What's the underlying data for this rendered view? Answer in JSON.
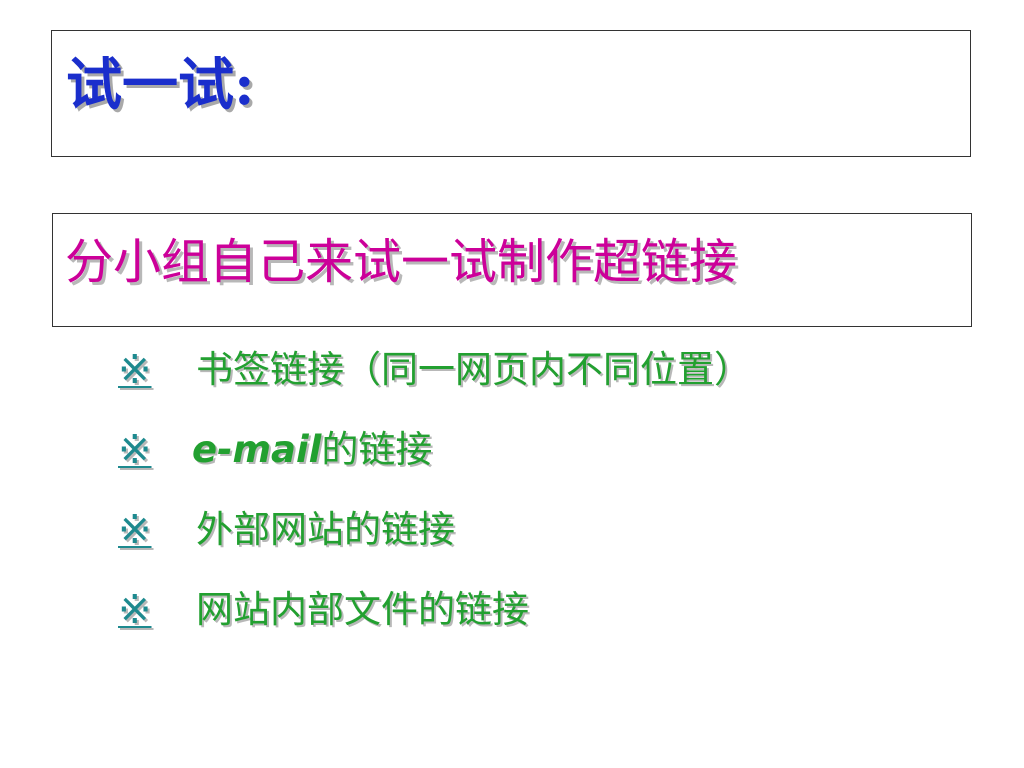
{
  "title": "试一试:",
  "subtitle": "分小组自己来试一试制作超链接",
  "marker": "※",
  "items": [
    {
      "prefix": "",
      "text": "书签链接（同一网页内不同位置）"
    },
    {
      "prefix": "e-mail",
      "text": "的链接"
    },
    {
      "prefix": "",
      "text": "外部网站的链接"
    },
    {
      "prefix": "",
      "text": "网站内部文件的链接"
    }
  ],
  "colors": {
    "title": "#1a2ecc",
    "subtitle": "#cc0099",
    "marker": "#1e8a8f",
    "item_text": "#22a030",
    "shadow": "#b8b8b8",
    "border": "#333333"
  }
}
